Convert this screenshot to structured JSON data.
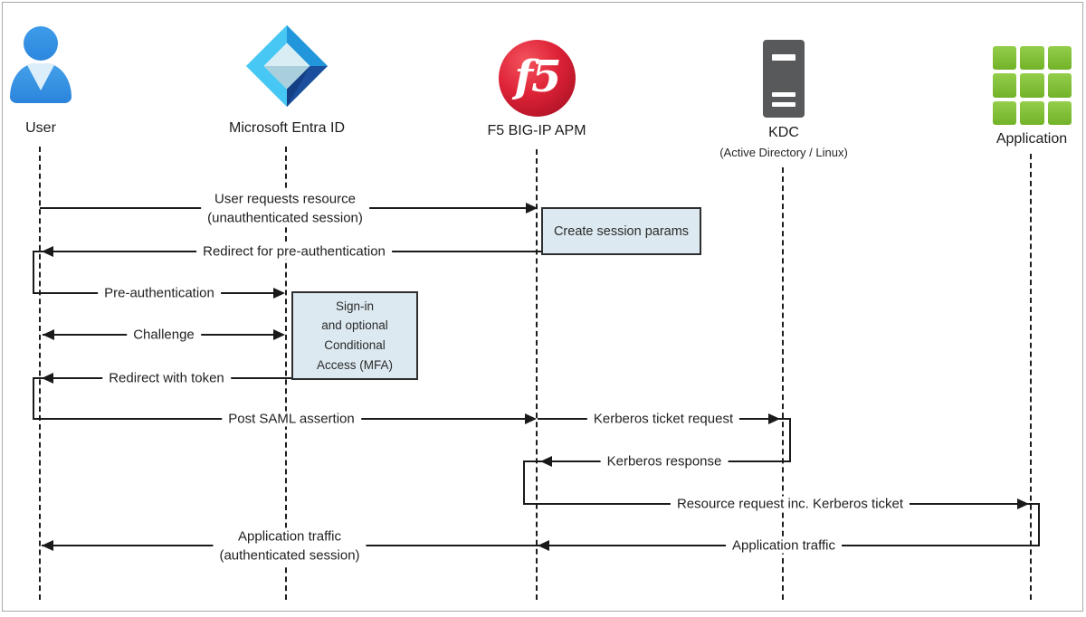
{
  "diagram_type": "sequence-diagram",
  "actors": [
    {
      "name": "User",
      "icon": "user-icon"
    },
    {
      "name": "Microsoft Entra ID",
      "icon": "entra-id-icon"
    },
    {
      "name": "F5 BIG-IP APM",
      "icon": "f5-logo-icon",
      "logo_text": "f5"
    },
    {
      "name": "KDC",
      "subtitle": "(Active Directory / Linux)",
      "icon": "server-icon"
    },
    {
      "name": "Application",
      "icon": "app-grid-icon"
    }
  ],
  "messages": [
    {
      "id": "user-requests-resource",
      "from": "User",
      "to": "F5 BIG-IP APM",
      "label_line1": "User requests resource",
      "label_line2": "(unauthenticated session)"
    },
    {
      "id": "redirect-for-pre-authentication",
      "from": "F5 BIG-IP APM",
      "to": "User",
      "label": "Redirect for pre-authentication"
    },
    {
      "id": "pre-authentication",
      "from": "User",
      "to": "Microsoft Entra ID",
      "label": "Pre-authentication"
    },
    {
      "id": "challenge",
      "from": "Microsoft Entra ID",
      "to": "User",
      "label": "Challenge",
      "bidirectional": true
    },
    {
      "id": "redirect-with-token",
      "from": "Microsoft Entra ID",
      "to": "User",
      "label": "Redirect with token"
    },
    {
      "id": "post-saml-assertion",
      "from": "User",
      "to": "F5 BIG-IP APM",
      "label": "Post SAML assertion"
    },
    {
      "id": "kerberos-ticket-request",
      "from": "F5 BIG-IP APM",
      "to": "KDC",
      "label": "Kerberos ticket request"
    },
    {
      "id": "kerberos-response",
      "from": "KDC",
      "to": "F5 BIG-IP APM",
      "label": "Kerberos response"
    },
    {
      "id": "resource-request",
      "from": "F5 BIG-IP APM",
      "to": "Application",
      "label": "Resource request inc. Kerberos ticket"
    },
    {
      "id": "application-traffic",
      "from": "Application",
      "to": "F5 BIG-IP APM",
      "label": "Application traffic"
    },
    {
      "id": "application-traffic-authenticated",
      "from": "F5 BIG-IP APM",
      "to": "User",
      "label_line1": "Application traffic",
      "label_line2": "(authenticated session)"
    }
  ],
  "notes": [
    {
      "id": "create-session-params",
      "at": "F5 BIG-IP APM",
      "label": "Create session params"
    },
    {
      "id": "sign-in-conditional-access",
      "at": "Microsoft Entra ID",
      "lines": [
        "Sign-in",
        "and optional",
        "Conditional",
        "Access (MFA)"
      ]
    }
  ],
  "colors": {
    "background": "#ffffff",
    "line": "#1a1a1a",
    "note_fill": "#dce9f0",
    "note_border": "#2e2e2e",
    "user_blue": "#2e8de2",
    "entra_light_cyan": "#47c7f3",
    "entra_dark_blue": "#1b4f9e",
    "f5_red": "#d0192e",
    "kdc_gray": "#58595b",
    "app_green": "#7fc13b"
  }
}
